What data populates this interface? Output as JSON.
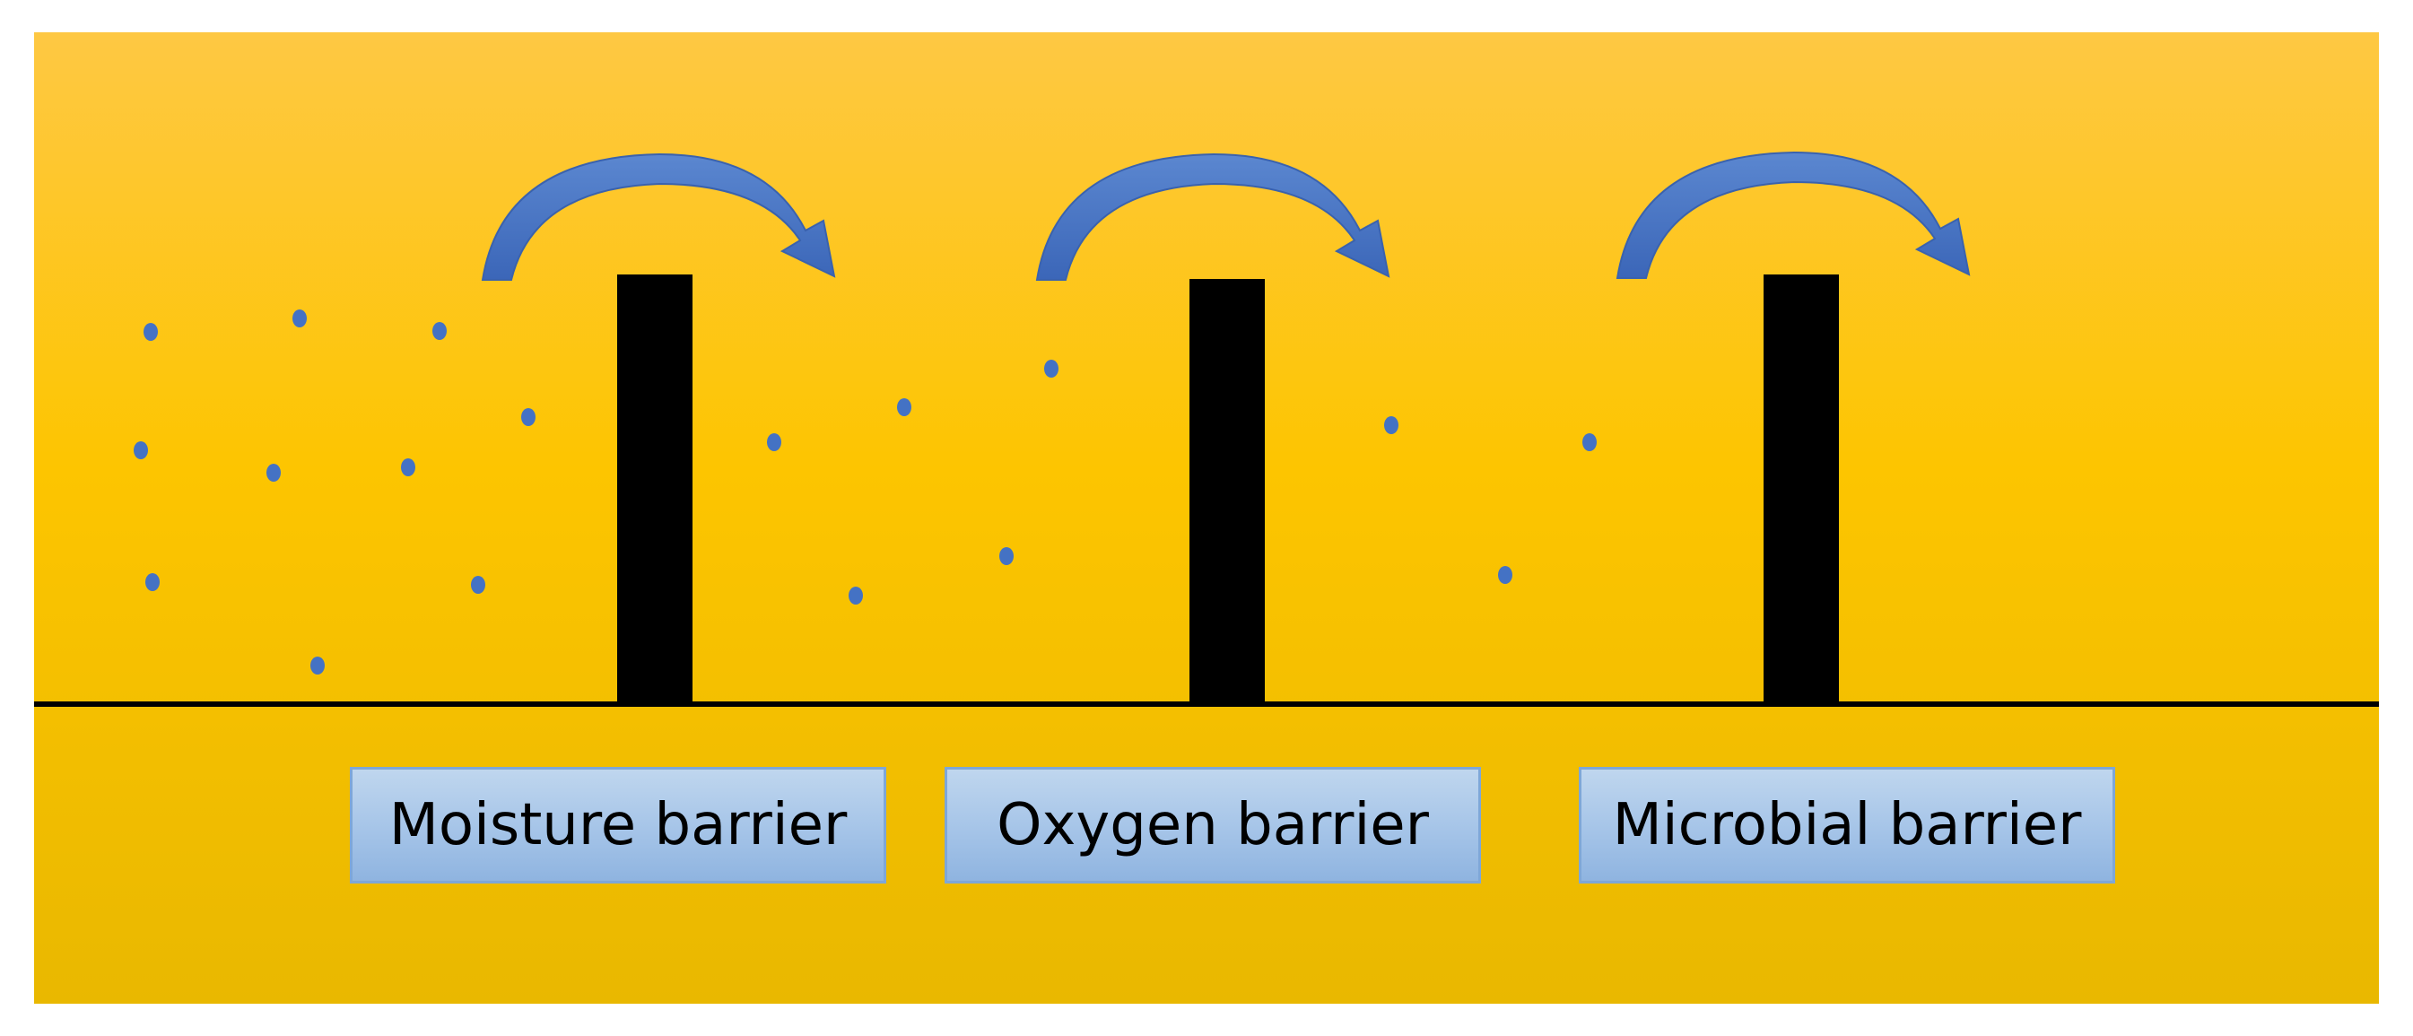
{
  "colors": {
    "background_top": "#fec843",
    "background_mid": "#fdc500",
    "background_bottom": "#e9b800",
    "baseline": "#000000",
    "barrier": "#000000",
    "arrow": "#4472c4",
    "particle": "#4472c4",
    "label_fill": "#a5c4e8",
    "label_border": "#7ea7d8"
  },
  "icons": {
    "arrow": "curved-arrow-icon",
    "particle": "molecule-dot-icon"
  },
  "barriers": [
    {
      "label": "Moisture barrier"
    },
    {
      "label": "Oxygen barrier"
    },
    {
      "label": "Microbial barrier"
    }
  ]
}
